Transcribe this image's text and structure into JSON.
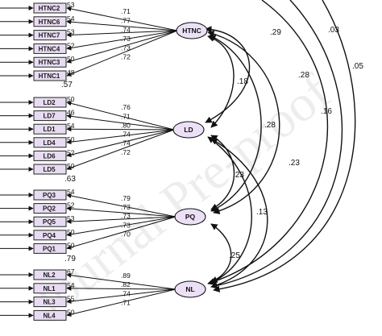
{
  "watermark": "Journal Pre-proof",
  "factors": [
    {
      "name": "HTNC",
      "variance": "",
      "indicators": [
        "HTNC2",
        "HTNC6",
        "HTNC7",
        "HTNC4",
        "HTNC3",
        "HTNC1"
      ],
      "r2": [
        "53",
        "54",
        "53",
        "52",
        "50",
        "48"
      ],
      "loadings": [
        ".71",
        ".77",
        ".74",
        ".73",
        ".73",
        ".72"
      ]
    },
    {
      "name": "LD",
      "variance": ".57",
      "indicators": [
        "LD2",
        "LD7",
        "LD1",
        "LD4",
        "LD6",
        "LD5"
      ],
      "r2": [
        "50",
        "46",
        "54",
        "50",
        "52",
        "50"
      ],
      "loadings": [
        ".76",
        ".71",
        ".80",
        ".74",
        ".74",
        ".72"
      ]
    },
    {
      "name": "PQ",
      "variance": ".63",
      "indicators": [
        "PQ3",
        "PQ2",
        "PQ5",
        "PQ4",
        "PQ1"
      ],
      "r2": [
        "54",
        "52",
        "53",
        "50",
        "50"
      ],
      "loadings": [
        ".79",
        ".73",
        ".73",
        ".73",
        ".70"
      ]
    },
    {
      "name": "NL",
      "variance": ".79",
      "indicators": [
        "NL2",
        "NL1",
        "NL3",
        "NL4"
      ],
      "r2": [
        "67",
        "54",
        "55",
        "50"
      ],
      "loadings": [
        ".89",
        ".82",
        ".74",
        ".71"
      ]
    }
  ],
  "correlations": [
    {
      "label": ".29",
      "from": "HTNC",
      "to": "LD"
    },
    {
      "label": ".18",
      "from": "HTNC",
      "to": "LD"
    },
    {
      "label": ".03",
      "from": "HTNC",
      "to": "PQ"
    },
    {
      "label": ".28",
      "from": "HTNC",
      "to": "PQ"
    },
    {
      "label": ".28",
      "from": "LD",
      "to": "PQ"
    },
    {
      "label": ".05",
      "from": "HTNC",
      "to": "NL"
    },
    {
      "label": ".16",
      "from": "HTNC",
      "to": "NL"
    },
    {
      "label": ".23",
      "from": "LD",
      "to": "NL"
    },
    {
      "label": ".23",
      "from": "LD",
      "to": "PQ"
    },
    {
      "label": ".13",
      "from": "LD",
      "to": "NL"
    },
    {
      "label": ".25",
      "from": "PQ",
      "to": "NL"
    }
  ]
}
